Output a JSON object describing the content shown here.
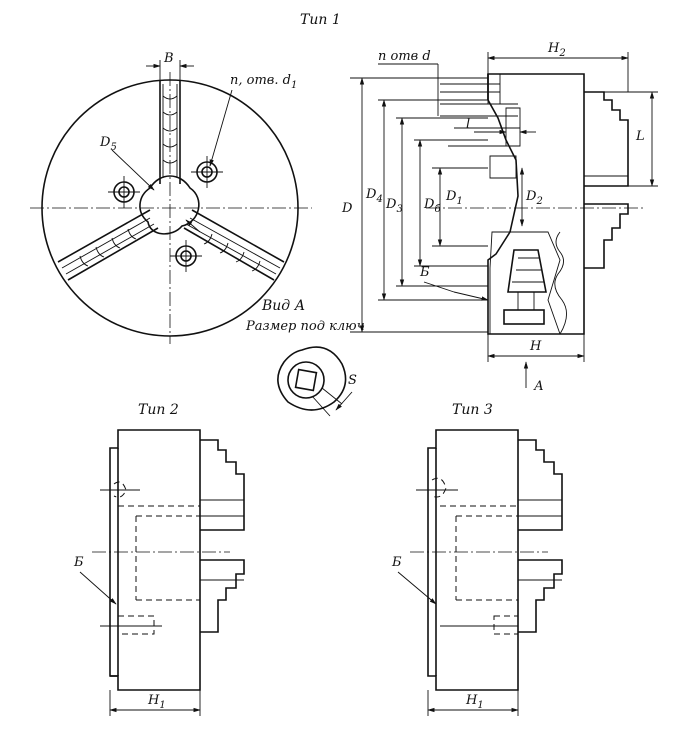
{
  "titles": {
    "type1": "Тип 1",
    "type2": "Тип 2",
    "type3": "Тип 3"
  },
  "view_a": {
    "title": "Вид А",
    "subtitle": "Размер под ключ",
    "arrow": "А"
  },
  "front_view": {
    "B": "B",
    "holes": "n, отв. d",
    "holes_sub": "1",
    "D5": "D",
    "D5_sub": "5"
  },
  "side_view": {
    "holes": "n отв d",
    "H2": "H",
    "H2_sub": "2",
    "L": "L",
    "l": "l",
    "D": "D",
    "D4": "D",
    "D4_sub": "4",
    "D3": "D",
    "D3_sub": "3",
    "D6": "D",
    "D6_sub": "б",
    "D1": "D",
    "D1_sub": "1",
    "D2": "D",
    "D2_sub": "2",
    "B_mark": "Б",
    "H": "H"
  },
  "key_size": "S",
  "type2": {
    "B_mark": "Б",
    "H1": "H",
    "H1_sub": "1"
  },
  "type3": {
    "B_mark": "Б",
    "H1": "H",
    "H1_sub": "1"
  }
}
